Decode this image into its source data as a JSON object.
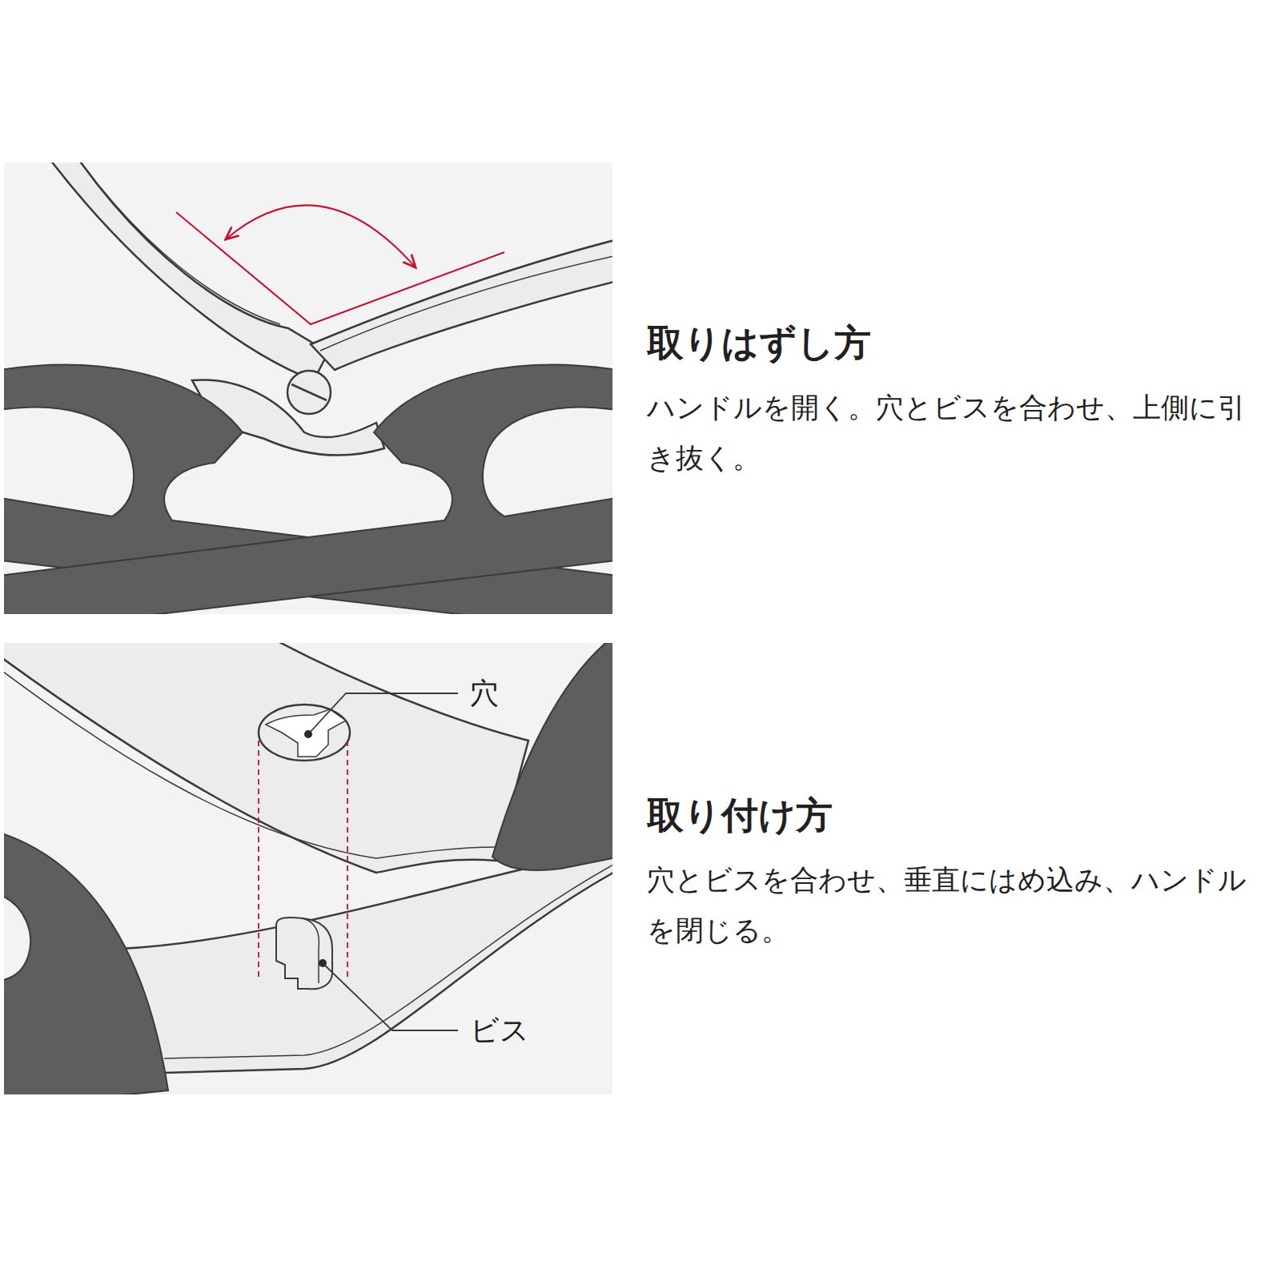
{
  "diagram": {
    "labels": [
      "取りはずし方",
      "ハンドルを開く。穴とビスを合わせ、上側に引き抜く。",
      "取り付け方",
      "穴とビスを合わせ、垂直にはめ込み、ハンドルを閉じる。",
      "穴",
      "ビス"
    ]
  }
}
